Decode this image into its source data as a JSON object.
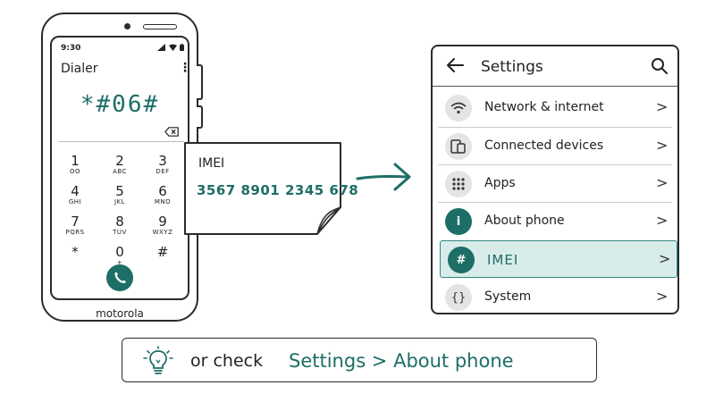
{
  "phone": {
    "status_time": "9:30",
    "app_title": "Dialer",
    "dialed_code": "*#06#",
    "brand": "motorola",
    "keypad": [
      {
        "digit": "1",
        "letters": "OO"
      },
      {
        "digit": "2",
        "letters": "ABC"
      },
      {
        "digit": "3",
        "letters": "DEF"
      },
      {
        "digit": "4",
        "letters": "GHI"
      },
      {
        "digit": "5",
        "letters": "JKL"
      },
      {
        "digit": "6",
        "letters": "MNO"
      },
      {
        "digit": "7",
        "letters": "PQRS"
      },
      {
        "digit": "8",
        "letters": "TUV"
      },
      {
        "digit": "9",
        "letters": "WXYZ"
      },
      {
        "digit": "*",
        "letters": ""
      },
      {
        "digit": "0",
        "letters": "+"
      },
      {
        "digit": "#",
        "letters": ""
      }
    ],
    "icons": [
      "signal-icon",
      "wifi-icon",
      "battery-icon",
      "more-vert-icon",
      "backspace-icon",
      "call-icon"
    ]
  },
  "note": {
    "title": "IMEI",
    "value": "3567 8901 2345 678"
  },
  "settings": {
    "title": "Settings",
    "items": [
      {
        "label": "Network & internet",
        "icon": "wifi-icon",
        "symbol": "",
        "chevron": ">"
      },
      {
        "label": "Connected devices",
        "icon": "devices-icon",
        "symbol": "",
        "chevron": ">"
      },
      {
        "label": "Apps",
        "icon": "apps-grid-icon",
        "symbol": "",
        "chevron": ">"
      },
      {
        "label": "About phone",
        "icon": "info-icon",
        "symbol": "i",
        "chevron": ">"
      },
      {
        "label": "IMEI",
        "icon": "hash-icon",
        "symbol": "#",
        "chevron": ">"
      },
      {
        "label": "System",
        "icon": "braces-icon",
        "symbol": "{}",
        "chevron": ">"
      }
    ]
  },
  "banner": {
    "prefix": "or check",
    "path": "Settings > About phone"
  },
  "colors": {
    "accent": "#1d6e66",
    "highlight_bg": "#d8ecea",
    "outline": "#2b2b2b"
  }
}
